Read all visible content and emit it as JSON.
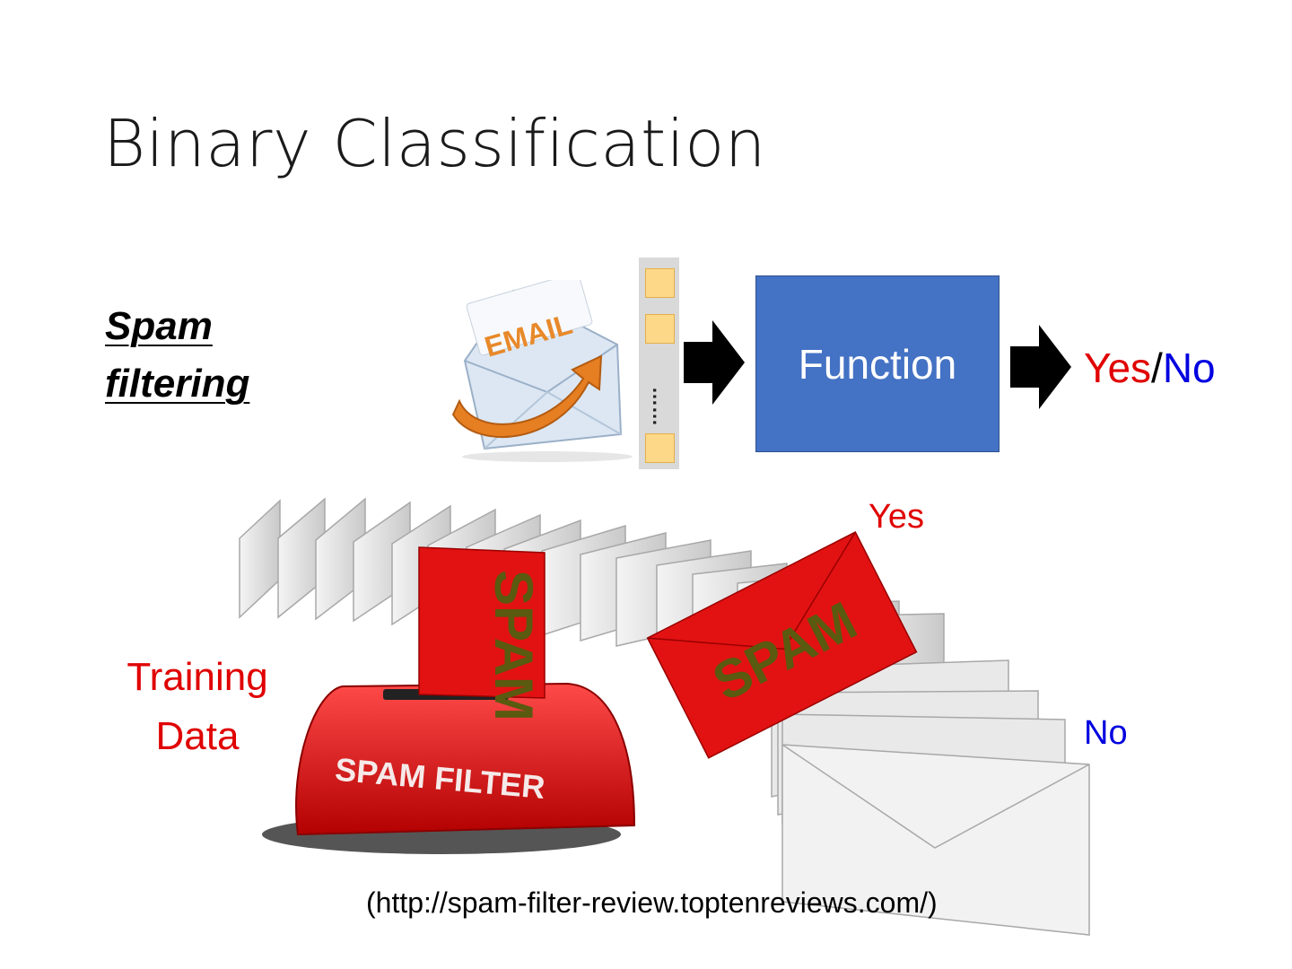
{
  "slide": {
    "title": "Binary Classification",
    "spam_label_line1": "Spam",
    "spam_label_line2": "filtering",
    "email_icon_text": "EMAIL",
    "feature_vector_ellipsis": "……",
    "function_label": "Function",
    "output_yes": "Yes",
    "output_slash": "/",
    "output_no": "No",
    "example_yes": "Yes",
    "example_no": "No",
    "training_line1": "Training",
    "training_line2": "Data",
    "spam_box_label": "SPAM FILTER",
    "spam_card_text": "SPAM",
    "source": "(http://spam-filter-review.toptenreviews.com/)"
  },
  "colors": {
    "function_box": "#4472c4",
    "yes": "#e00000",
    "no": "#0000e0",
    "feature_cell": "#fdd888",
    "spam_red": "#e21212"
  },
  "icons": [
    "email-icon",
    "right-arrow-icon",
    "spam-filter-box-illustration",
    "envelope-icon"
  ]
}
